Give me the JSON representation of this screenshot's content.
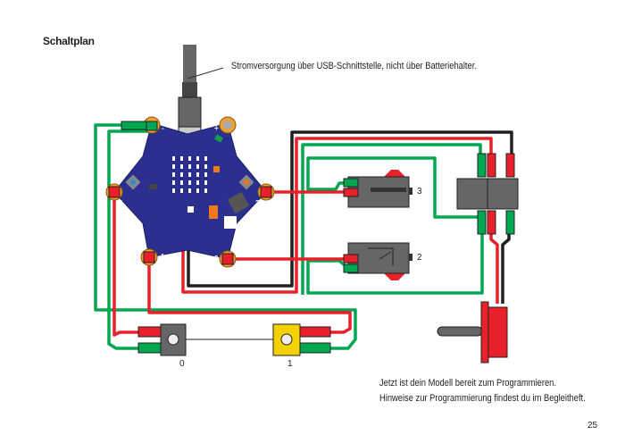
{
  "heading": "Schaltplan",
  "usb_note": "Stromversorgung über USB-Schnittstelle, nicht über Batteriehalter.",
  "component_labels": {
    "switch_3": "3",
    "switch_2": "2",
    "lamp_0": "0",
    "lamp_1": "1"
  },
  "pin_labels": {
    "pin0": "0",
    "pin1": "1",
    "pin2": "2",
    "pin3": "3",
    "minus": "-",
    "plus": "+"
  },
  "footer_lines": [
    "Jetzt ist dein Modell bereit zum Programmieren.",
    "Hinweise zur Programmierung findest du im Begleitheft."
  ],
  "page_number": "25",
  "colors": {
    "wire_red": "#e8202a",
    "wire_green": "#00a650",
    "wire_black": "#231f20",
    "board": "#2b2f8f",
    "pad": "#f0a030",
    "lamp_holder_yellow": "#f5d000"
  }
}
